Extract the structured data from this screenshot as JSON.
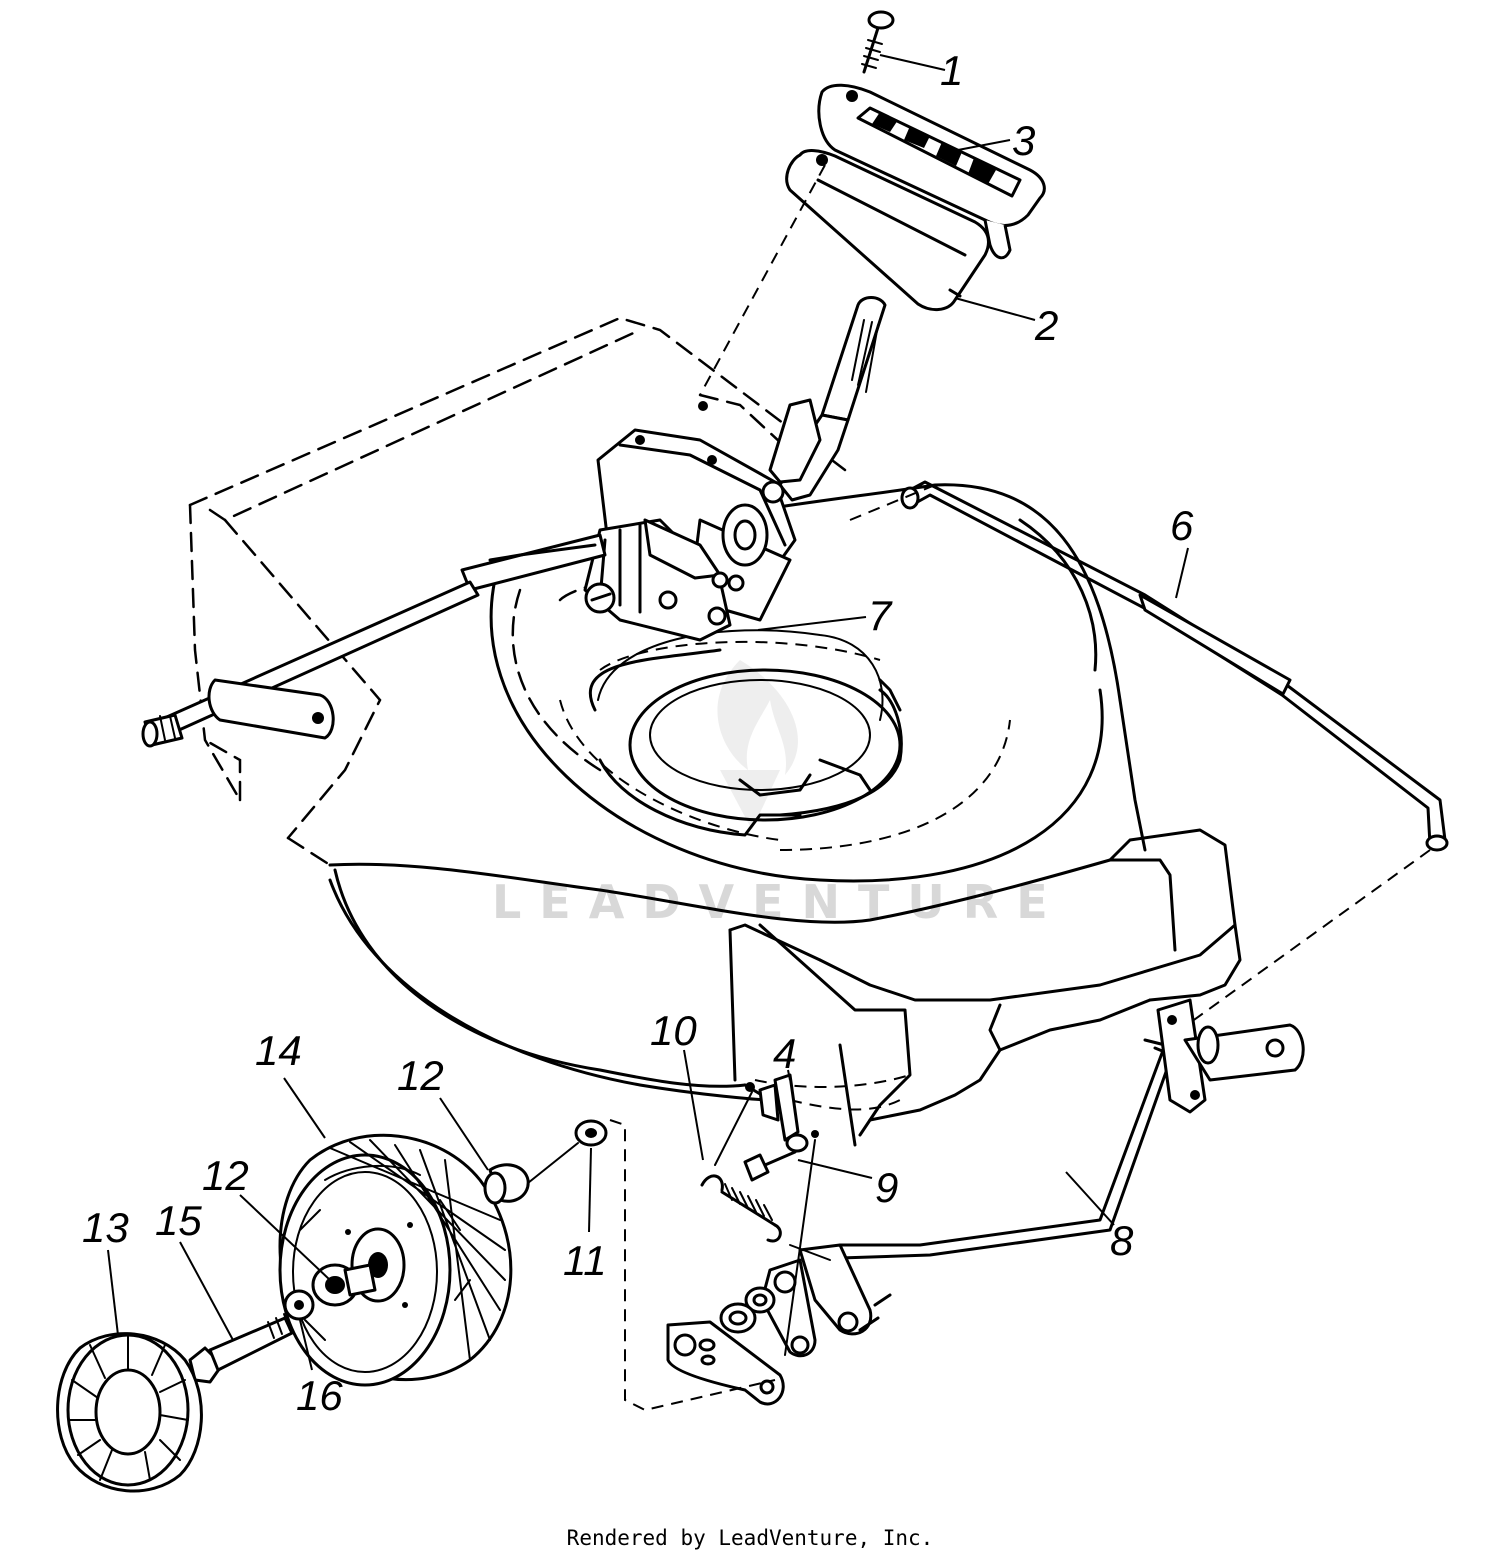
{
  "watermark": {
    "text": "LEADVENTURE"
  },
  "footer": {
    "text": "Rendered by LeadVenture, Inc."
  },
  "callouts": [
    {
      "id": "1",
      "label": "1"
    },
    {
      "id": "2",
      "label": "2"
    },
    {
      "id": "3",
      "label": "3"
    },
    {
      "id": "4",
      "label": "4"
    },
    {
      "id": "6",
      "label": "6"
    },
    {
      "id": "7",
      "label": "7"
    },
    {
      "id": "8",
      "label": "8"
    },
    {
      "id": "9",
      "label": "9"
    },
    {
      "id": "10",
      "label": "10"
    },
    {
      "id": "11",
      "label": "11"
    },
    {
      "id": "12a",
      "label": "12"
    },
    {
      "id": "12b",
      "label": "12"
    },
    {
      "id": "13",
      "label": "13"
    },
    {
      "id": "14",
      "label": "14"
    },
    {
      "id": "15",
      "label": "15"
    },
    {
      "id": "16",
      "label": "16"
    }
  ]
}
